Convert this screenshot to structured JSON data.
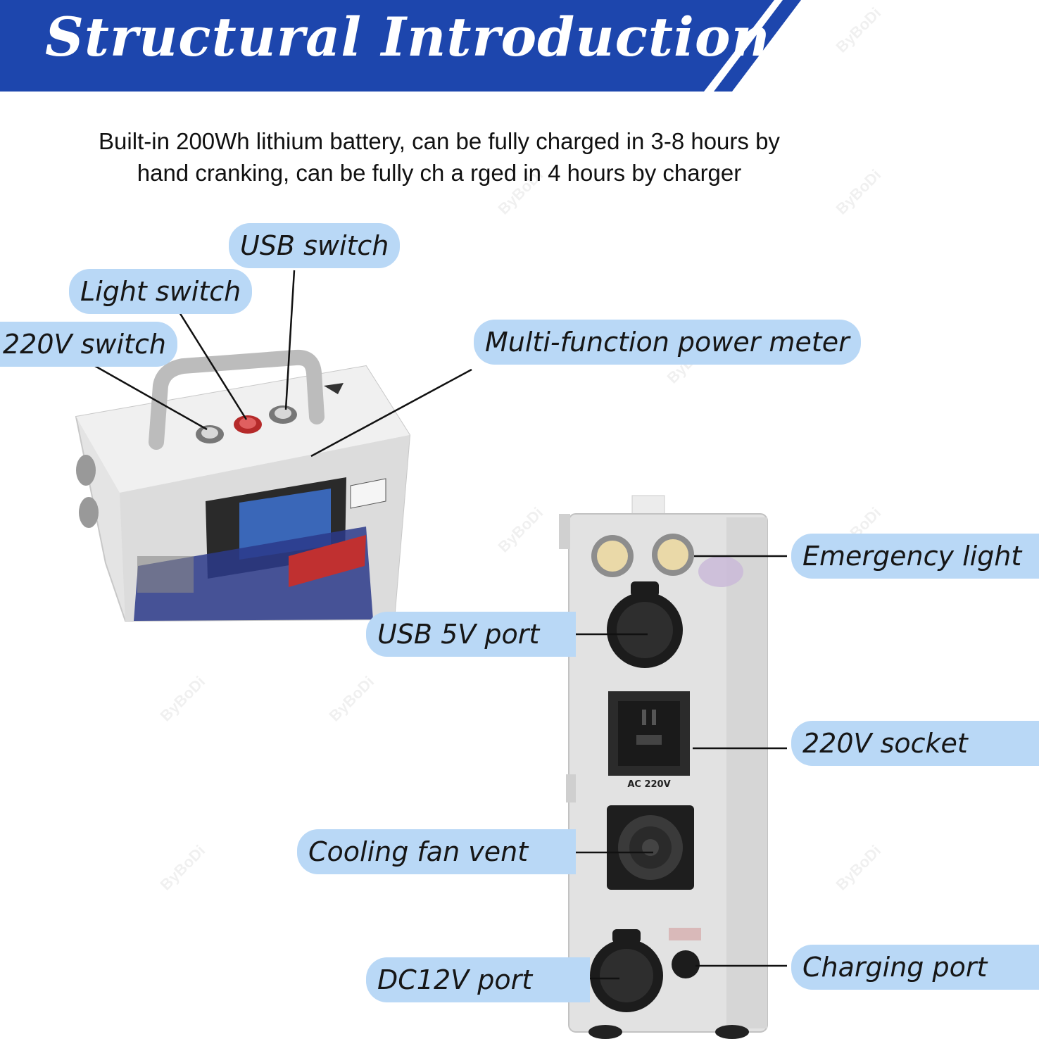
{
  "header": {
    "title": "Structural Introduction"
  },
  "description": {
    "line1": "Built-in 200Wh lithium battery, can be fully charged in 3-8 hours by",
    "line2": "hand cranking, can be fully ch a rged in 4 hours by charger"
  },
  "callouts": {
    "usb_switch": "USB switch",
    "light_switch": "Light switch",
    "switch_220v": "220V switch",
    "power_meter": "Multi-function power meter",
    "emergency_light": "Emergency light",
    "usb_port": "USB 5V port",
    "socket_220v": "220V socket",
    "fan_vent": "Cooling fan vent",
    "charging_port": "Charging port",
    "dc_port": "DC12V port"
  },
  "device_markings": {
    "ac_label": "AC 220V"
  },
  "watermark": "ByBoDi",
  "colors": {
    "banner_blue": "#1d46ad",
    "label_bg": "#b9d8f6",
    "device_body": "#e2e2e2"
  }
}
